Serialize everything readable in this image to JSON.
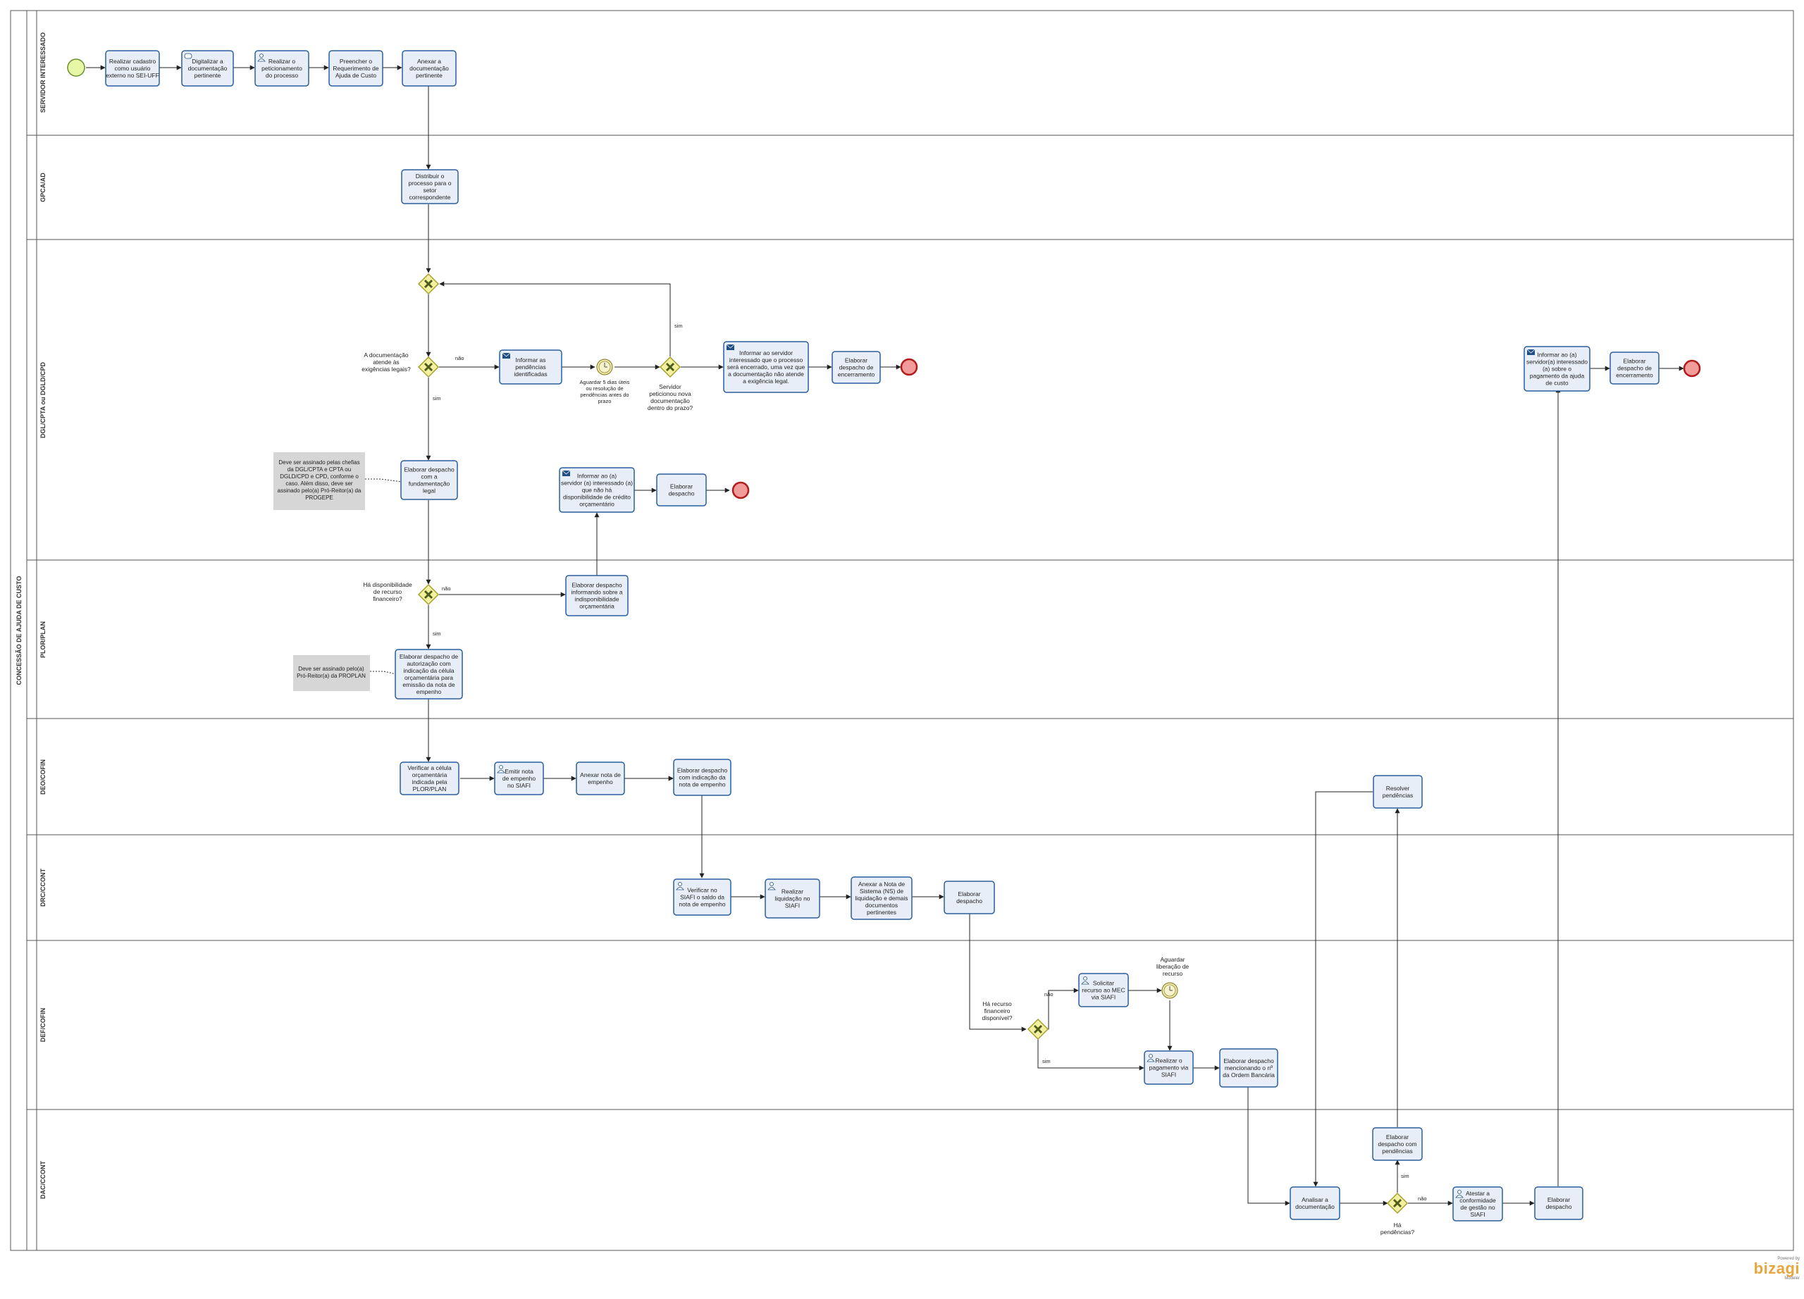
{
  "pool": {
    "title": "CONCESSÃO DE AJUDA DE CUSTO"
  },
  "lanes": [
    {
      "title": "SERVIDOR INTERESSADO"
    },
    {
      "title": "GPCA/AD"
    },
    {
      "title": "DGL/CPTA ou DGLD/CPD"
    },
    {
      "title": "PLOR/PLAN"
    },
    {
      "title": "DEO/COFIN"
    },
    {
      "title": "DRC/CCONT"
    },
    {
      "title": "DEF/COFIN"
    },
    {
      "title": "DAC/CCONT"
    }
  ],
  "tasks": {
    "t1": [
      "Realizar cadastro",
      "como usuário",
      "externo no SEI-UFF"
    ],
    "t2": [
      "Digitalizar a",
      "documentação",
      "pertinente"
    ],
    "t3": [
      "Realizar o",
      "peticionamento",
      "do processo"
    ],
    "t4": [
      "Preencher o",
      "Requerimento de",
      "Ajuda de Custo"
    ],
    "t5": [
      "Anexar a",
      "documentação",
      "pertinente"
    ],
    "t6": [
      "Distribuir o",
      "processo para o",
      "setor",
      "correspondente"
    ],
    "t7": [
      "Informar as",
      "pendências",
      "identificadas"
    ],
    "t8": [
      "Informar ao servidor",
      "interessado que o processo",
      "será encerrado, uma vez que",
      "a documentação não atende",
      "a exigência legal."
    ],
    "t9": [
      "Elaborar",
      "despacho de",
      "encerramento"
    ],
    "t10": [
      "Elaborar despacho",
      "com a",
      "fundamentação",
      "legal"
    ],
    "t11": [
      "Informar  ao (a)",
      "servidor (a) interessado (a)",
      "que não há",
      "disponibilidade de crédito",
      "orçamentário"
    ],
    "t12": [
      "Elaborar",
      "despacho"
    ],
    "t13": [
      "Informar ao (a)",
      "servidor(a) interessado",
      "(a) sobre o",
      "pagamento da ajuda",
      "de custo"
    ],
    "t14": [
      "Elaborar",
      "despacho de",
      "encerramento"
    ],
    "t15": [
      "Elaborar  despacho",
      "informando sobre a",
      "indisponibilidade",
      "orçamentária"
    ],
    "t16": [
      "Elaborar despacho de",
      "autorização  com",
      "indicação da célula",
      "orçamentária para",
      "emissão da nota de",
      "empenho"
    ],
    "t17": [
      "Verificar a célula",
      "orçamentária",
      "indicada pela",
      "PLOR/PLAN"
    ],
    "t18": [
      "Emitir nota",
      "de empenho",
      "no SIAFI"
    ],
    "t19": [
      "Anexar nota de",
      "empenho"
    ],
    "t20": [
      "Elaborar despacho",
      "com indicação da",
      "nota de empenho"
    ],
    "t21": [
      "Resolver",
      "pendências"
    ],
    "t22": [
      "Verificar no",
      "SIAFI o saldo da",
      "nota de empenho"
    ],
    "t23": [
      "Realizar",
      "liquidação no",
      "SIAFI"
    ],
    "t24": [
      "Anexar a Nota de",
      "Sistema (NS) de",
      "liquidação e demais",
      "documentos",
      "pertinentes"
    ],
    "t25": [
      "Elaborar",
      "despacho"
    ],
    "t26": [
      "Solicitar",
      "recurso ao MEC",
      "via SIAFI"
    ],
    "t27": [
      "Realizar o",
      "pagamento via",
      "SIAFI"
    ],
    "t28": [
      "Elaborar despacho",
      "mencionando o nº",
      "da Ordem Bancária"
    ],
    "t29": [
      "Analisar a",
      "documentação"
    ],
    "t30": [
      "Elaborar",
      "despacho com",
      "pendências"
    ],
    "t31": [
      "Atestar a",
      "conformidade",
      "de gestão no",
      "SIAFI"
    ],
    "t32": [
      "Elaborar",
      "despacho"
    ]
  },
  "labels": {
    "q1": [
      "A documentação",
      "atende às",
      "exigências legais?"
    ],
    "q1_no": "não",
    "q1_yes": "sim",
    "timer1": [
      "Aguardar 5 dias úteis",
      "ou resolução de",
      "pendências antes do",
      "prazo"
    ],
    "q2": [
      "Servidor",
      "peticionou nova",
      "documentação",
      "dentro do prazo?"
    ],
    "q2_yes": "sim",
    "q3": [
      "Há disponibilidade",
      "de recurso",
      "financeiro?"
    ],
    "q3_no": "não",
    "q3_yes": "sim",
    "q4": [
      "Há recurso",
      "financeiro",
      "disponível?"
    ],
    "q4_no": "não",
    "q4_yes": "sim",
    "timer2": [
      "Aguardar",
      "liberação de",
      "recurso"
    ],
    "q5": [
      "Há",
      "pendências?"
    ],
    "q5_yes": "sim",
    "q5_no": "não"
  },
  "annotations": {
    "a1": [
      "Deve ser assinado pelas chefias",
      "da DGL/CPTA e CPTA ou",
      "DGLD/CPD e CPD, conforme o",
      "caso. Além disso, deve ser",
      "assinado pelo(a) Pró-Reitor(a) da",
      "PROGEPE"
    ],
    "a2": [
      "Deve ser assinado pelo(a)",
      "Pró-Reitor(a) da PROPLAN"
    ]
  },
  "branding": {
    "powered": "Powered by",
    "logo": "bizagi",
    "modeler": "Modeler"
  },
  "colors": {
    "task_fill": "#e8eef7",
    "task_stroke": "#2b5f9e",
    "gateway_fill": "#f3f0a0",
    "gateway_stroke": "#a5a030",
    "start_fill": "#e6f7a6",
    "start_stroke": "#6c8f2a",
    "end_fill": "#f29b9b",
    "end_stroke": "#b31a1a",
    "annotation_fill": "#d6d6d6"
  }
}
